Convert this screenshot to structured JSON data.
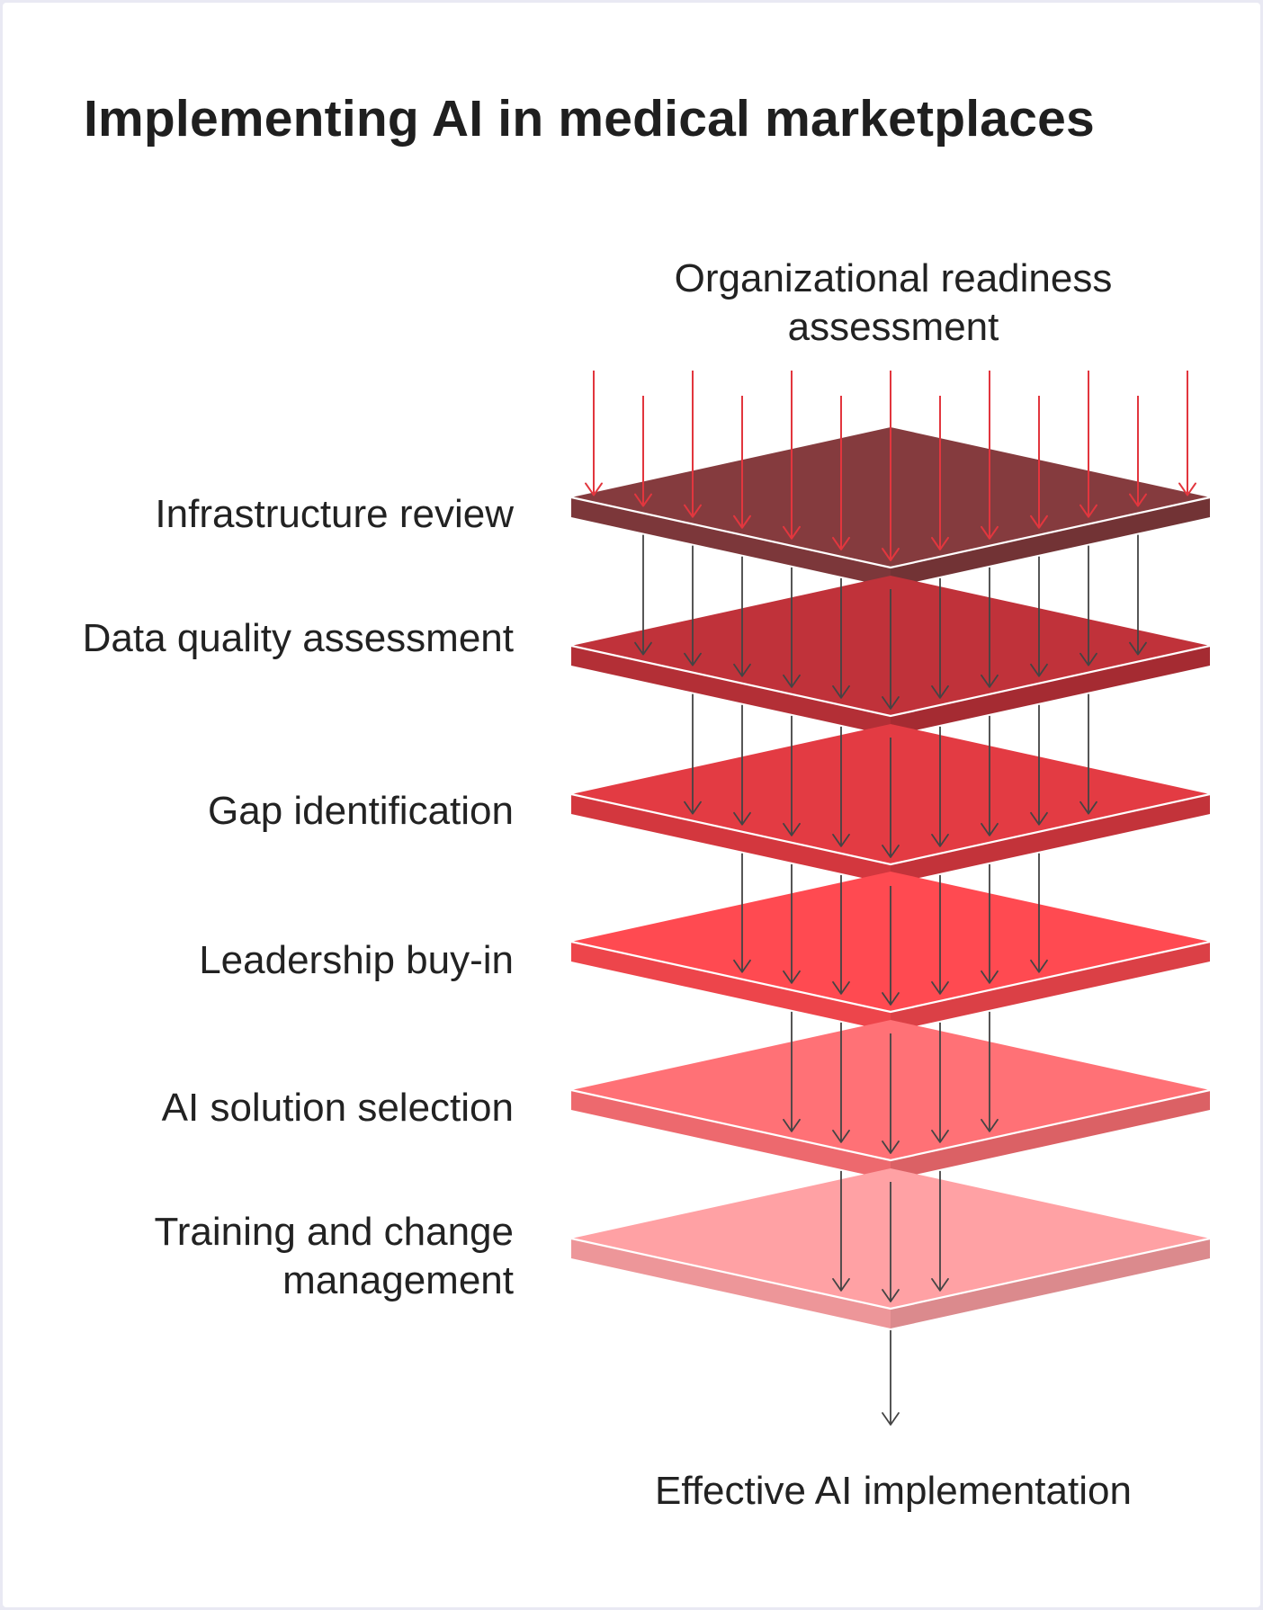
{
  "title": "Implementing AI in medical marketplaces",
  "input_label": "Organizational readiness assessment",
  "output_label": "Effective AI implementation",
  "layers": [
    {
      "label": "Infrastructure review",
      "color": "#853b3e"
    },
    {
      "label": "Data quality assessment",
      "color": "#c0323a"
    },
    {
      "label": "Gap identification",
      "color": "#e33b43"
    },
    {
      "label": "Leadership buy-in",
      "color": "#ff4a51"
    },
    {
      "label": "AI solution selection",
      "color": "#ff7176"
    },
    {
      "label": "Training and change management",
      "color": "#ffa1a4"
    }
  ],
  "colors": {
    "input_arrows": "#e2363e",
    "flow_arrows": "#444444",
    "background": "#ffffff",
    "frame": "#e9e9f3"
  }
}
